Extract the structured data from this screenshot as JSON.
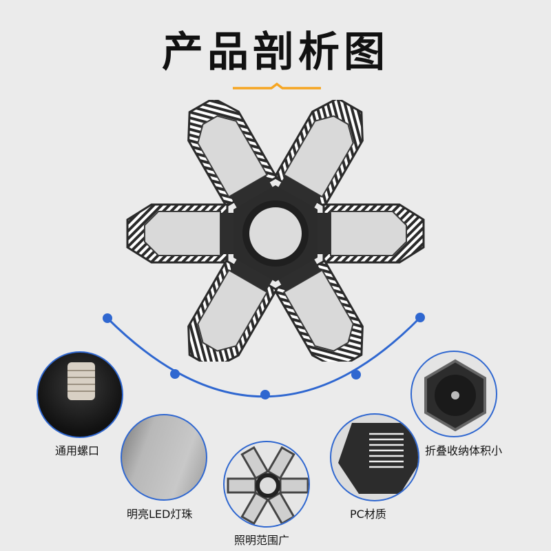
{
  "header": {
    "title": "产品剖析图",
    "accent_color": "#f6a623"
  },
  "connector": {
    "color": "#2f67d0",
    "dots": 5
  },
  "features": [
    {
      "id": "screw",
      "label": "通用螺口"
    },
    {
      "id": "led",
      "label": "明亮LED灯珠"
    },
    {
      "id": "coverage",
      "label": "照明范围广"
    },
    {
      "id": "pc",
      "label": "PC材质"
    },
    {
      "id": "fold",
      "label": "折叠收纳体积小"
    }
  ]
}
